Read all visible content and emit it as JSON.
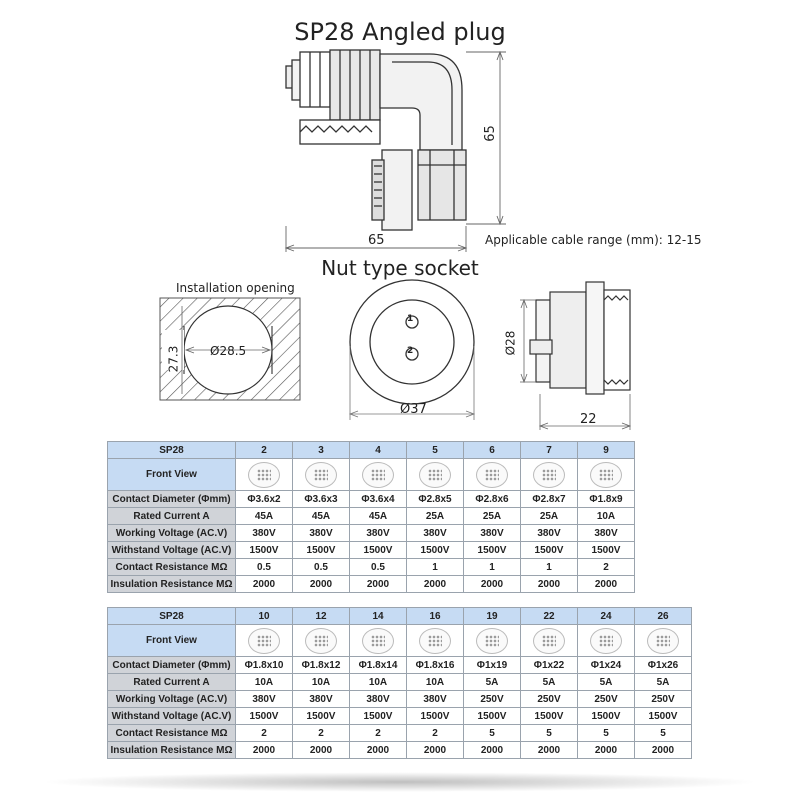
{
  "top": {
    "title": "SP28 Angled plug",
    "dim_height": "65",
    "dim_width": "65",
    "cable_range": "Applicable cable range (mm): 12-15"
  },
  "socket": {
    "title": "Nut type socket",
    "install_label": "Installation opening",
    "dim_opening_d": "Ø28.5",
    "dim_opening_h": "27.3",
    "dim_face": "Ø37",
    "pin1": "1",
    "pin2": "2",
    "dim_side_d": "Ø28",
    "dim_side_len": "22"
  },
  "table_a": {
    "header": [
      "SP28",
      "2",
      "3",
      "4",
      "5",
      "6",
      "7",
      "9"
    ],
    "front_view_label": "Front View",
    "front_view_pins": [
      2,
      3,
      4,
      5,
      6,
      7,
      9
    ],
    "rows": [
      {
        "label": "Contact Diameter (Φmm)",
        "cells": [
          "Φ3.6x2",
          "Φ3.6x3",
          "Φ3.6x4",
          "Φ2.8x5",
          "Φ2.8x6",
          "Φ2.8x7",
          "Φ1.8x9"
        ]
      },
      {
        "label": "Rated Current A",
        "cells": [
          "45A",
          "45A",
          "45A",
          "25A",
          "25A",
          "25A",
          "10A"
        ]
      },
      {
        "label": "Working Voltage (AC.V)",
        "cells": [
          "380V",
          "380V",
          "380V",
          "380V",
          "380V",
          "380V",
          "380V"
        ]
      },
      {
        "label": "Withstand Voltage (AC.V)",
        "cells": [
          "1500V",
          "1500V",
          "1500V",
          "1500V",
          "1500V",
          "1500V",
          "1500V"
        ]
      },
      {
        "label": "Contact Resistance MΩ",
        "cells": [
          "0.5",
          "0.5",
          "0.5",
          "1",
          "1",
          "1",
          "2"
        ]
      },
      {
        "label": "Insulation Resistance MΩ",
        "cells": [
          "2000",
          "2000",
          "2000",
          "2000",
          "2000",
          "2000",
          "2000"
        ]
      }
    ]
  },
  "table_b": {
    "header": [
      "SP28",
      "10",
      "12",
      "14",
      "16",
      "19",
      "22",
      "24",
      "26"
    ],
    "front_view_label": "Front View",
    "front_view_pins": [
      10,
      12,
      14,
      16,
      19,
      22,
      24,
      26
    ],
    "rows": [
      {
        "label": "Contact Diameter (Φmm)",
        "cells": [
          "Φ1.8x10",
          "Φ1.8x12",
          "Φ1.8x14",
          "Φ1.8x16",
          "Φ1x19",
          "Φ1x22",
          "Φ1x24",
          "Φ1x26"
        ]
      },
      {
        "label": "Rated Current A",
        "cells": [
          "10A",
          "10A",
          "10A",
          "10A",
          "5A",
          "5A",
          "5A",
          "5A"
        ]
      },
      {
        "label": "Working Voltage (AC.V)",
        "cells": [
          "380V",
          "380V",
          "380V",
          "380V",
          "250V",
          "250V",
          "250V",
          "250V"
        ]
      },
      {
        "label": "Withstand Voltage (AC.V)",
        "cells": [
          "1500V",
          "1500V",
          "1500V",
          "1500V",
          "1500V",
          "1500V",
          "1500V",
          "1500V"
        ]
      },
      {
        "label": "Contact Resistance MΩ",
        "cells": [
          "2",
          "2",
          "2",
          "2",
          "5",
          "5",
          "5",
          "5"
        ]
      },
      {
        "label": "Insulation Resistance MΩ",
        "cells": [
          "2000",
          "2000",
          "2000",
          "2000",
          "2000",
          "2000",
          "2000",
          "2000"
        ]
      }
    ]
  }
}
